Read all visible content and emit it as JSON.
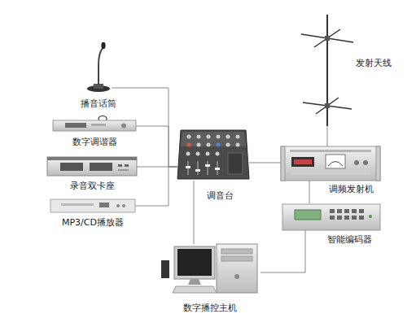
{
  "diagram": {
    "nodes": [
      {
        "text": [
          "播音话筒"
        ]
      },
      {
        "text": [
          "数字调谐器"
        ]
      },
      {
        "text": [
          "录音双卡座"
        ]
      },
      {
        "text": [
          "MP3/CD播放器"
        ]
      },
      {
        "text": [
          "调音台"
        ]
      },
      {
        "text": [
          "发射天线"
        ]
      },
      {
        "text": [
          "调频发射机"
        ]
      },
      {
        "text": [
          "智能编码器"
        ]
      },
      {
        "text": [
          "数字播控主机"
        ]
      }
    ],
    "edges": [
      {
        "from": 0,
        "to": 4,
        "arrow": "none"
      },
      {
        "from": 1,
        "to": 4,
        "arrow": "none"
      },
      {
        "from": 2,
        "to": 4,
        "arrow": "none"
      },
      {
        "from": 3,
        "to": 4,
        "arrow": "none"
      },
      {
        "from": 4,
        "to": 6,
        "arrow": "none"
      },
      {
        "from": 5,
        "to": 6,
        "arrow": "none"
      },
      {
        "from": 4,
        "to": 8,
        "arrow": "none"
      },
      {
        "from": 8,
        "to": 7,
        "arrow": "none"
      },
      {
        "from": 7,
        "to": 6,
        "arrow": "none"
      }
    ]
  }
}
